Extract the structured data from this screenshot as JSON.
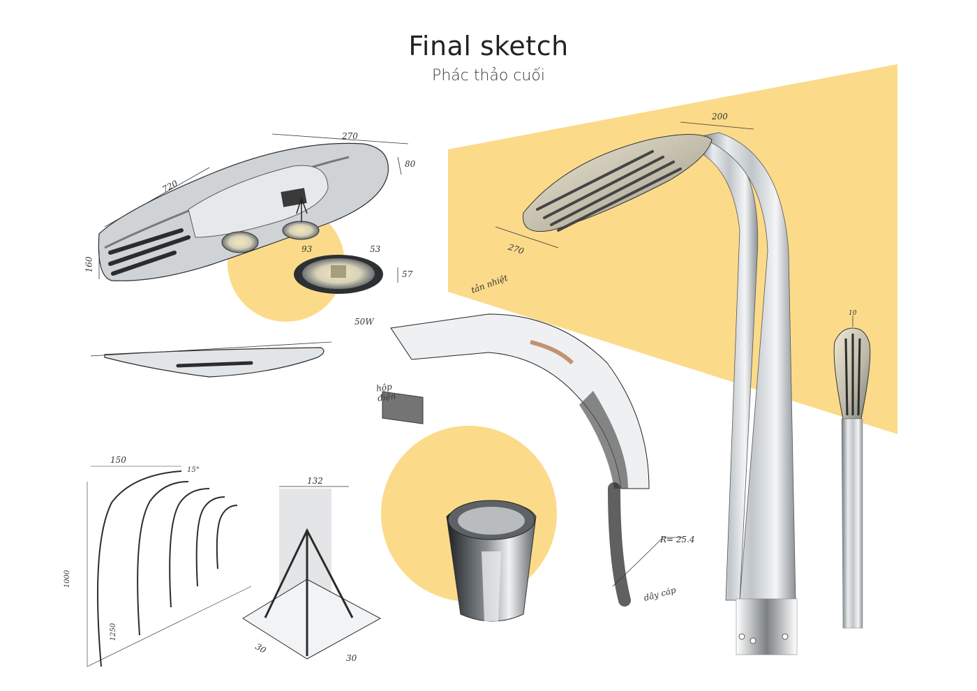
{
  "title": "Final sketch",
  "subtitle": "Phác thảo cuối",
  "colors": {
    "accent": "#FBDB8A",
    "ink": "#2b2b2b",
    "metal": "#9aa0a4"
  },
  "annotations": {
    "lamp_length": "720",
    "lamp_width": "270",
    "lamp_thickness": "80",
    "lamp_side": "160",
    "led_width": "93",
    "led_depth": "53",
    "led_height": "57",
    "led_power": "50W",
    "head_width": "200",
    "head_length": "270",
    "heat_label": "tản nhiệt",
    "box_label": "hộp\nđiện",
    "radius": "R= 25.4",
    "cable_label": "dây cáp",
    "front_width": "10",
    "row_top": "150",
    "row_angle": "15°",
    "row_height": "1000",
    "row_base": "1250",
    "base_top": "132",
    "base_left": "30",
    "base_right": "30"
  }
}
